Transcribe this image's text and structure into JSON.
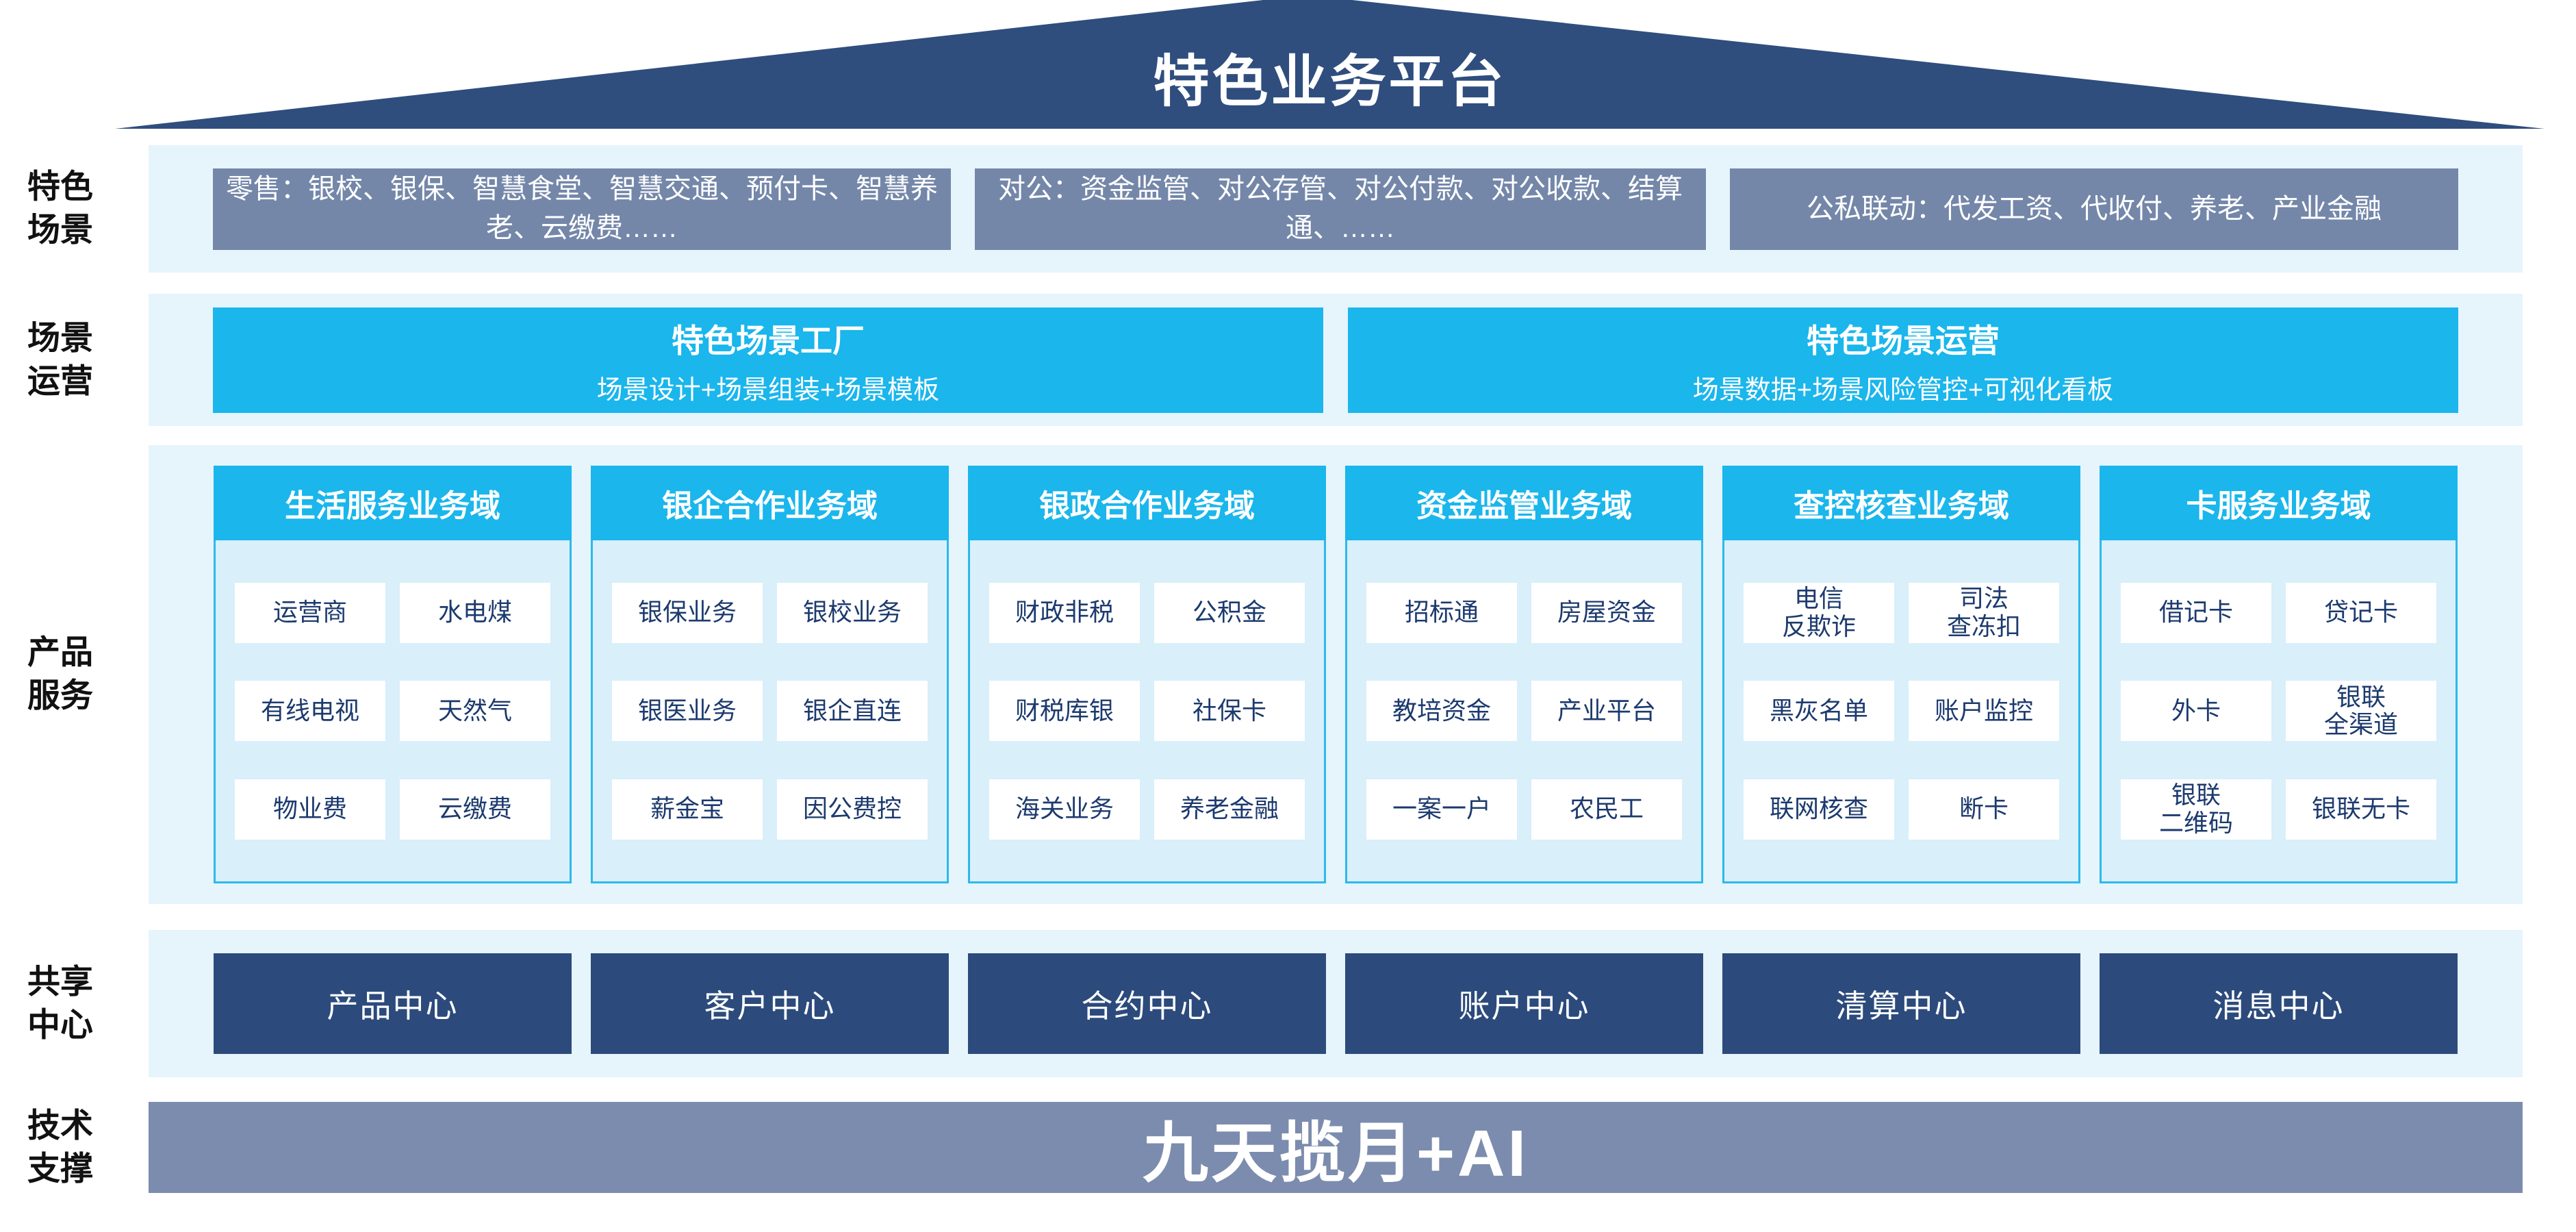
{
  "colors": {
    "roof": "#2F4E7E",
    "scene_box": "#7487A9",
    "band_bg": "#E6F4FC",
    "cyan": "#1AB6EC",
    "card_bg": "#D9EFFA",
    "card_border": "#2CB9EC",
    "item_text": "#1C3A6E",
    "center_box": "#2C4B7C",
    "tech_bar": "#7C8CAE",
    "label_text": "#111111"
  },
  "banner": {
    "title": "特色业务平台"
  },
  "side_labels": {
    "scenes": "特色\n场景",
    "operation": "场景\n运营",
    "products": "产品\n服务",
    "shared": "共享\n中心",
    "tech": "技术\n支撑"
  },
  "scenes": {
    "items": [
      "零售：银校、银保、智慧食堂、智慧交通、预付卡、智慧养老、云缴费……",
      "对公：资金监管、对公存管、对公付款、对公收款、结算通、……",
      "公私联动：代发工资、代收付、养老、产业金融"
    ]
  },
  "operation": {
    "boxes": [
      {
        "title": "特色场景工厂",
        "subtitle": "场景设计+场景组装+场景模板"
      },
      {
        "title": "特色场景运营",
        "subtitle": "场景数据+场景风险管控+可视化看板"
      }
    ]
  },
  "products": {
    "columns": [
      {
        "header": "生活服务业务域",
        "items": [
          "运营商",
          "水电煤",
          "有线电视",
          "天然气",
          "物业费",
          "云缴费"
        ]
      },
      {
        "header": "银企合作业务域",
        "items": [
          "银保业务",
          "银校业务",
          "银医业务",
          "银企直连",
          "薪金宝",
          "因公费控"
        ]
      },
      {
        "header": "银政合作业务域",
        "items": [
          "财政非税",
          "公积金",
          "财税库银",
          "社保卡",
          "海关业务",
          "养老金融"
        ]
      },
      {
        "header": "资金监管业务域",
        "items": [
          "招标通",
          "房屋资金",
          "教培资金",
          "产业平台",
          "一案一户",
          "农民工"
        ]
      },
      {
        "header": "查控核查业务域",
        "items": [
          "电信\n反欺诈",
          "司法\n查冻扣",
          "黑灰名单",
          "账户监控",
          "联网核查",
          "断卡"
        ]
      },
      {
        "header": "卡服务业务域",
        "items": [
          "借记卡",
          "贷记卡",
          "外卡",
          "银联\n全渠道",
          "银联\n二维码",
          "银联无卡"
        ]
      }
    ]
  },
  "shared_centers": {
    "items": [
      "产品中心",
      "客户中心",
      "合约中心",
      "账户中心",
      "清算中心",
      "消息中心"
    ]
  },
  "tech": {
    "label": "九天揽月+AI"
  }
}
